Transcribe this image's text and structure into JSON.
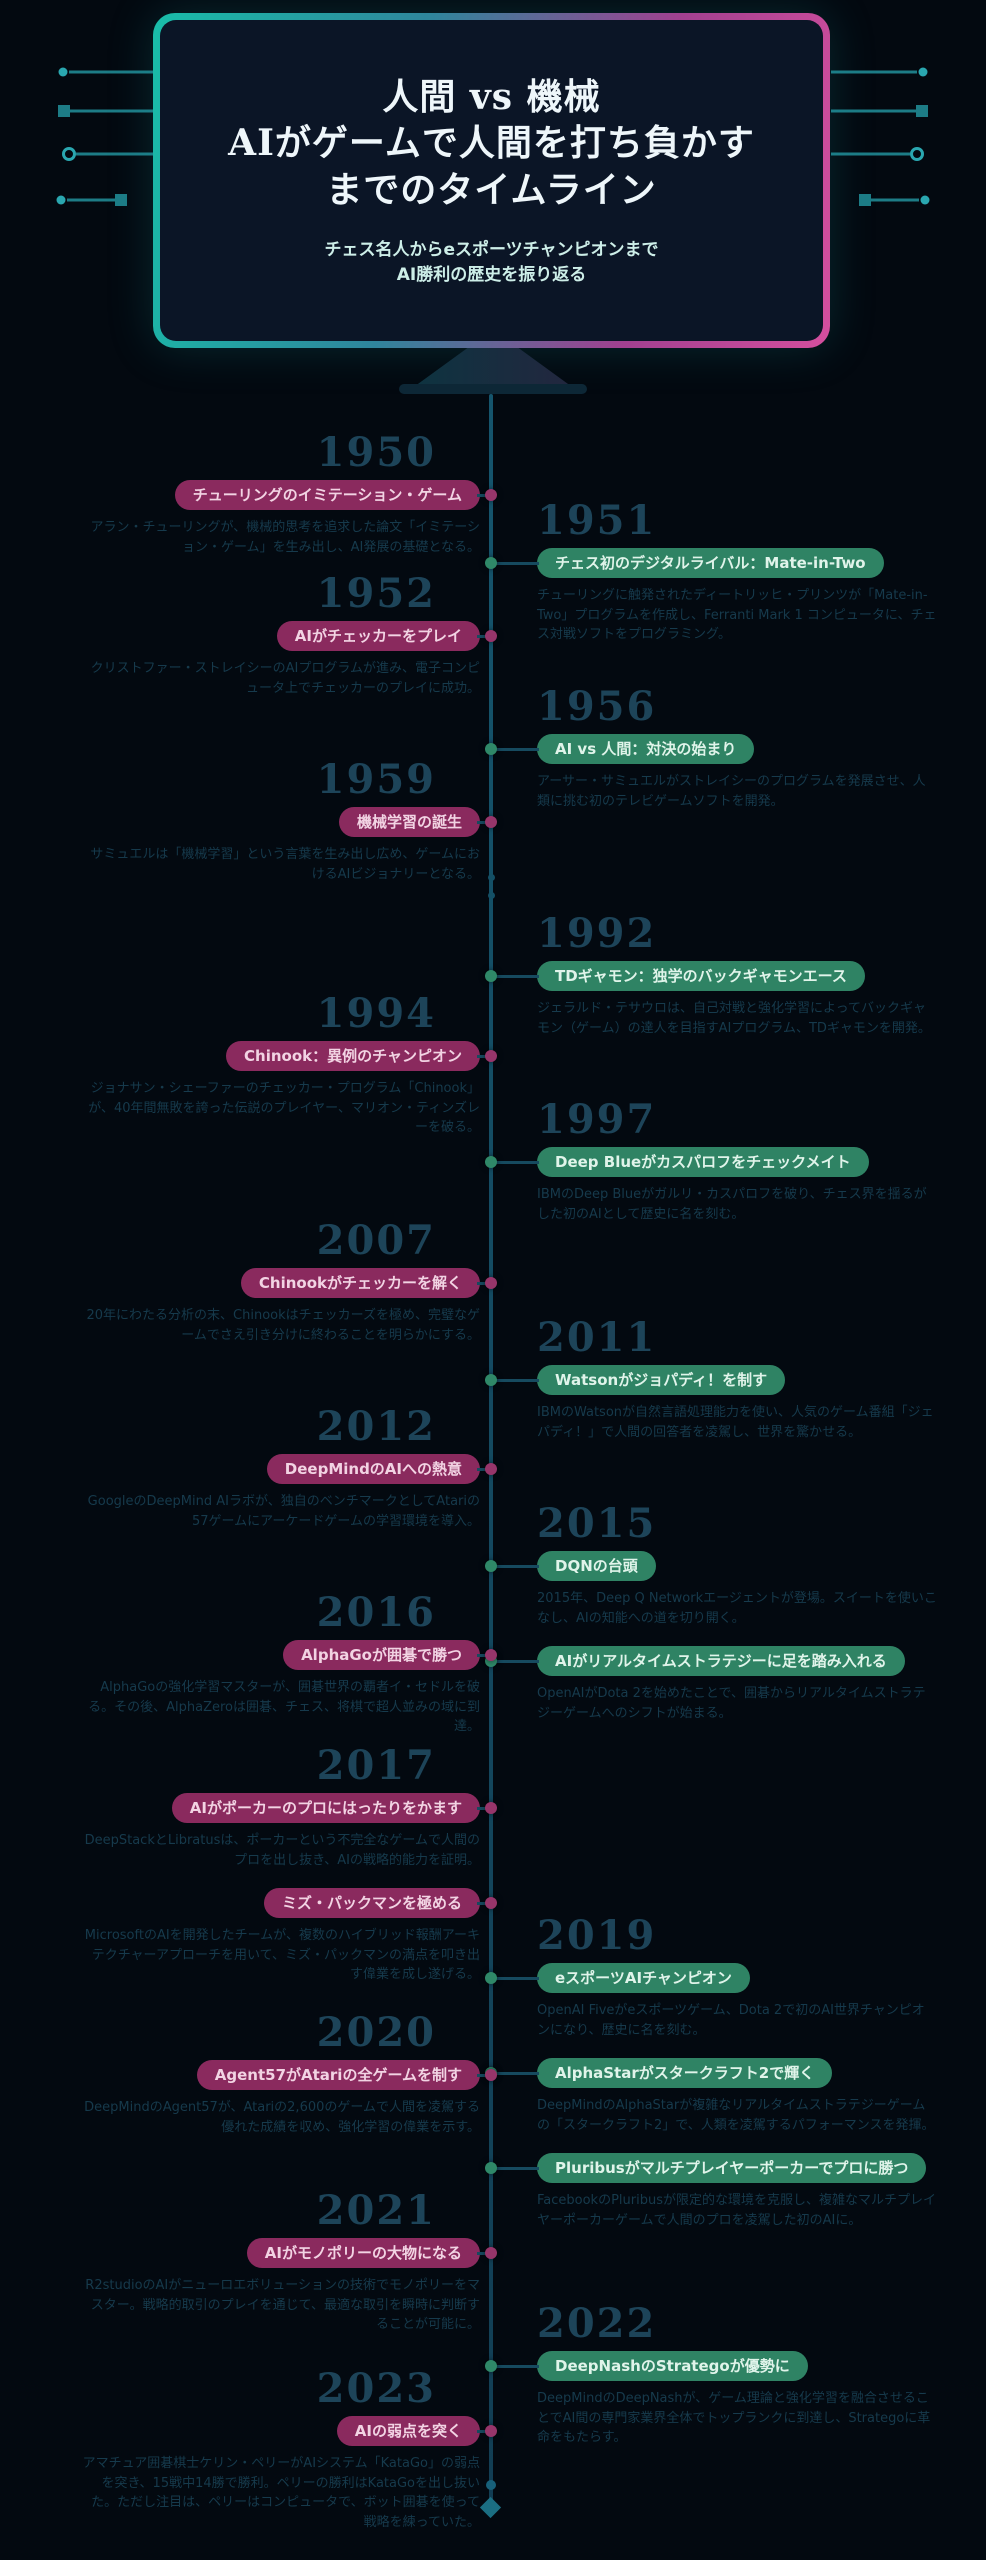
{
  "colors": {
    "background": "#030910",
    "left_badge": "#8a2a5e",
    "right_badge": "#2f8364",
    "year_text": "#1d4459",
    "body_text": "#163a4c",
    "spine": "#164a5f",
    "accent_teal": "#19bda9",
    "accent_pink": "#d44f9e"
  },
  "header": {
    "title_lines": [
      "人間 vs 機械",
      "AIがゲームで人間を打ち負かす",
      "までのタイムライン"
    ],
    "subtitle_lines": [
      "チェス名人からeスポーツチャンピオンまで",
      "AI勝利の歴史を振り返る"
    ]
  },
  "timeline": [
    {
      "year": "1950",
      "side": "left",
      "events": [
        {
          "badge": "チューリングのイミテーション・ゲーム",
          "text": "アラン・チューリングが、機械的思考を追求した論文「イミテーション・ゲーム」を生み出し、AI発展の基礎となる。"
        }
      ]
    },
    {
      "year": "1951",
      "side": "right",
      "events": [
        {
          "badge": "チェス初のデジタルライバル：Mate-in-Two",
          "text": "チューリングに触発されたディートリッヒ・プリンツが「Mate-in-Two」プログラムを作成し、Ferranti Mark 1 コンピュータに、チェス対戦ソフトをプログラミング。"
        }
      ]
    },
    {
      "year": "1952",
      "side": "left",
      "events": [
        {
          "badge": "AIがチェッカーをプレイ",
          "text": "クリストファー・ストレイシーのAIプログラムが進み、電子コンピュータ上でチェッカーのプレイに成功。"
        }
      ]
    },
    {
      "year": "1956",
      "side": "right",
      "events": [
        {
          "badge": "AI vs 人間：対決の始まり",
          "text": "アーサー・サミュエルがストレイシーのプログラムを発展させ、人類に挑む初のテレビゲームソフトを開発。"
        }
      ]
    },
    {
      "year": "1959",
      "side": "left",
      "events": [
        {
          "badge": "機械学習の誕生",
          "text": "サミュエルは「機械学習」という言葉を生み出し広め、ゲームにおけるAIビジョナリーとなる。"
        }
      ]
    },
    {
      "year": "1992",
      "side": "right",
      "events": [
        {
          "badge": "TDギャモン：独学のバックギャモンエース",
          "text": "ジェラルド・テサウロは、自己対戦と強化学習によってバックギャモン（ゲーム）の達人を目指すAIプログラム、TDギャモンを開発。"
        }
      ]
    },
    {
      "year": "1994",
      "side": "left",
      "events": [
        {
          "badge": "Chinook：異例のチャンピオン",
          "text": "ジョナサン・シェーファーのチェッカー・プログラム「Chinook」が、40年間無敗を誇った伝説のプレイヤー、マリオン・ティンズレーを破る。"
        }
      ]
    },
    {
      "year": "1997",
      "side": "right",
      "events": [
        {
          "badge": "Deep Blueがカスパロフをチェックメイト",
          "text": "IBMのDeep Blueがガルリ・カスパロフを破り、チェス界を揺るがした初のAIとして歴史に名を刻む。"
        }
      ]
    },
    {
      "year": "2007",
      "side": "left",
      "events": [
        {
          "badge": "Chinookがチェッカーを解く",
          "text": "20年にわたる分析の末、Chinookはチェッカーズを極め、完璧なゲームでさえ引き分けに終わることを明らかにする。"
        }
      ]
    },
    {
      "year": "2011",
      "side": "right",
      "events": [
        {
          "badge": "Watsonがジョパディ！を制す",
          "text": "IBMのWatsonが自然言語処理能力を使い、人気のゲーム番組「ジェパディ！」で人間の回答者を凌駕し、世界を驚かせる。"
        }
      ]
    },
    {
      "year": "2012",
      "side": "left",
      "events": [
        {
          "badge": "DeepMindのAIへの熱意",
          "text": "GoogleのDeepMind AIラボが、独自のベンチマークとしてAtariの57ゲームにアーケードゲームの学習環境を導入。"
        }
      ]
    },
    {
      "year": "2015",
      "side": "right",
      "events": [
        {
          "badge": "DQNの台頭",
          "text": "2015年、Deep Q Networkエージェントが登場。スイートを使いこなし、AIの知能への道を切り開く。"
        },
        {
          "badge": "AIがリアルタイムストラテジーに足を踏み入れる",
          "text": "OpenAIがDota 2を始めたことで、囲碁からリアルタイムストラテジーゲームへのシフトが始まる。"
        }
      ]
    },
    {
      "year": "2016",
      "side": "left",
      "events": [
        {
          "badge": "AlphaGoが囲碁で勝つ",
          "text": "AlphaGoの強化学習マスターが、囲碁世界の覇者イ・セドルを破る。その後、AlphaZeroは囲碁、チェス、将棋で超人並みの域に到達。"
        }
      ]
    },
    {
      "year": "2017",
      "side": "left",
      "events": [
        {
          "badge": "AIがポーカーのプロにはったりをかます",
          "text": "DeepStackとLibratusは、ポーカーという不完全なゲームで人間のプロを出し抜き、AIの戦略的能力を証明。"
        },
        {
          "badge": "ミズ・パックマンを極める",
          "text": "MicrosoftのAIを開発したチームが、複数のハイブリッド報酬アーキテクチャーアプローチを用いて、ミズ・パックマンの満点を叩き出す偉業を成し遂げる。"
        }
      ]
    },
    {
      "year": "2019",
      "side": "right",
      "events": [
        {
          "badge": "eスポーツAIチャンピオン",
          "text": "OpenAI Fiveがeスポーツゲーム、Dota 2で初のAI世界チャンピオンになり、歴史に名を刻む。"
        },
        {
          "badge": "AlphaStarがスタークラフト2で輝く",
          "text": "DeepMindのAlphaStarが複雑なリアルタイムストラテジーゲームの「スタークラフト2」で、人類を凌駕するパフォーマンスを発揮。"
        },
        {
          "badge": "Pluribusがマルチプレイヤーポーカーでプロに勝つ",
          "text": "FacebookのPluribusが限定的な環境を克服し、複雑なマルチプレイヤーポーカーゲームで人間のプロを凌駕した初のAIに。"
        }
      ]
    },
    {
      "year": "2020",
      "side": "left",
      "events": [
        {
          "badge": "Agent57がAtariの全ゲームを制す",
          "text": "DeepMindのAgent57が、Atariの2,600のゲームで人間を凌駕する優れた成績を収め、強化学習の偉業を示す。"
        }
      ]
    },
    {
      "year": "2021",
      "side": "left",
      "events": [
        {
          "badge": "AIがモノポリーの大物になる",
          "text": "R2studioのAIがニューロエボリューションの技術でモノポリーをマスター。戦略的取引のプレイを通じて、最適な取引を瞬時に判断することが可能に。"
        }
      ]
    },
    {
      "year": "2022",
      "side": "right",
      "events": [
        {
          "badge": "DeepNashのStrategoが優勢に",
          "text": "DeepMindのDeepNashが、ゲーム理論と強化学習を融合させることでAI間の専門家業界全体でトップランクに到達し、Strategoに革命をもたらす。"
        }
      ]
    },
    {
      "year": "2023",
      "side": "left",
      "events": [
        {
          "badge": "AIの弱点を突く",
          "text": "アマチュア囲碁棋士ケリン・ペリーがAIシステム「KataGo」の弱点を突き、15戦中14勝で勝利。ペリーの勝利はKataGoを出し抜いた。ただし注目は、ペリーはコンピュータで、ボット囲碁を使って戦略を練っていた。"
        }
      ]
    }
  ]
}
